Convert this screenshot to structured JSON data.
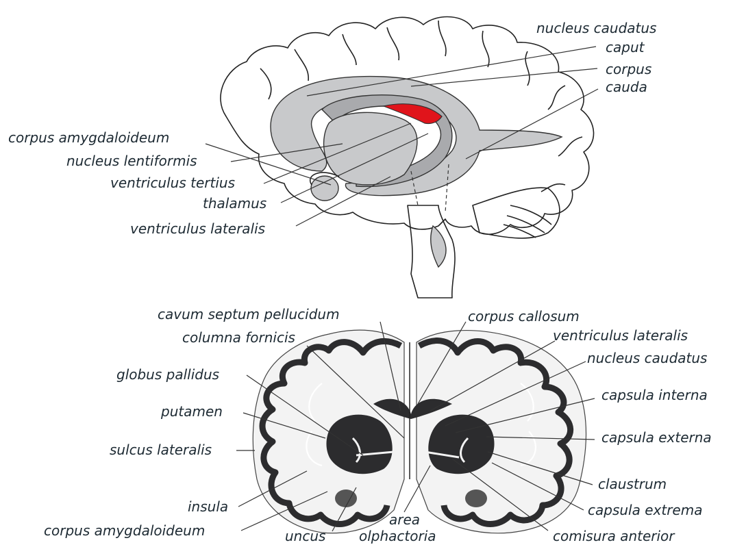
{
  "top_labels": [
    "nucleus caudatus",
    "caput",
    "corpus",
    "cauda",
    "corpus amygdaloideum",
    "nucleus lentiformis",
    "ventriculus tertius",
    "thalamus",
    "ventriculus lateralis"
  ],
  "bottom_labels": [
    "cavum septum pellucidum",
    "columna fornicis",
    "globus pallidus",
    "putamen",
    "sulcus lateralis",
    "insula",
    "corpus amygdaloideum",
    "uncus",
    "area",
    "olphactoria",
    "corpus callosum",
    "ventriculus lateralis",
    "nucleus caudatus",
    "capsula interna",
    "capsula externa",
    "claustrum",
    "capsula extrema",
    "comisura anterior"
  ],
  "colors": {
    "highlight": "#e0141b",
    "gray_light": "#c8c9cb",
    "gray_mid": "#a9aaad",
    "ink": "#1d2a33"
  }
}
